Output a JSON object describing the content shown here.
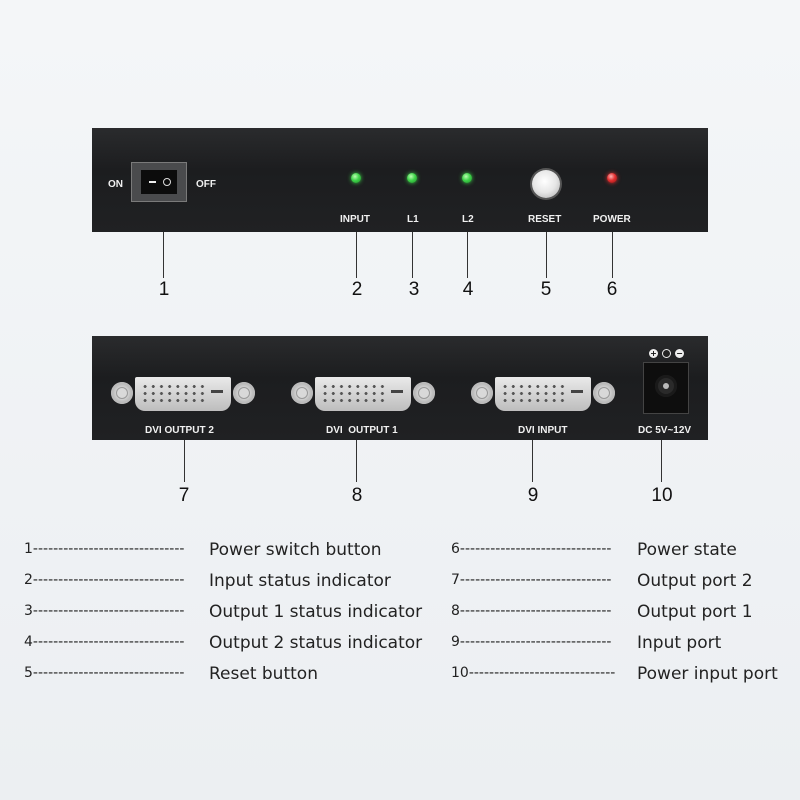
{
  "front_panel": {
    "switch_on_label": "ON",
    "switch_off_label": "OFF",
    "input_label": "INPUT",
    "l1_label": "L1",
    "l2_label": "L2",
    "reset_label": "RESET",
    "power_label": "POWER",
    "led_colors": {
      "input": "#3fd34a",
      "l1": "#3fd34a",
      "l2": "#3fd34a",
      "power": "#e33030"
    }
  },
  "back_panel": {
    "dvi_output2_label": "DVI OUTPUT 2",
    "dvi_output1_label": "DVI  OUTPUT 1",
    "dvi_input_label": "DVI INPUT",
    "dc_label": "DC 5V~12V"
  },
  "callouts_top": [
    "1",
    "2",
    "3",
    "4",
    "5",
    "6"
  ],
  "callouts_bottom": [
    "7",
    "8",
    "9",
    "10"
  ],
  "legend": {
    "left": [
      {
        "key": "1------------------------------",
        "text": "Power switch button"
      },
      {
        "key": "2------------------------------",
        "text": "Input status indicator"
      },
      {
        "key": "3------------------------------",
        "text": "Output 1 status indicator"
      },
      {
        "key": "4------------------------------",
        "text": "Output 2 status indicator"
      },
      {
        "key": "5------------------------------",
        "text": "Reset button"
      }
    ],
    "right": [
      {
        "key": "6------------------------------",
        "text": "Power state"
      },
      {
        "key": "7------------------------------",
        "text": "Output port 2"
      },
      {
        "key": "8------------------------------",
        "text": "Output port 1"
      },
      {
        "key": "9------------------------------",
        "text": "Input port"
      },
      {
        "key": "10-----------------------------",
        "text": "Power input port"
      }
    ]
  }
}
